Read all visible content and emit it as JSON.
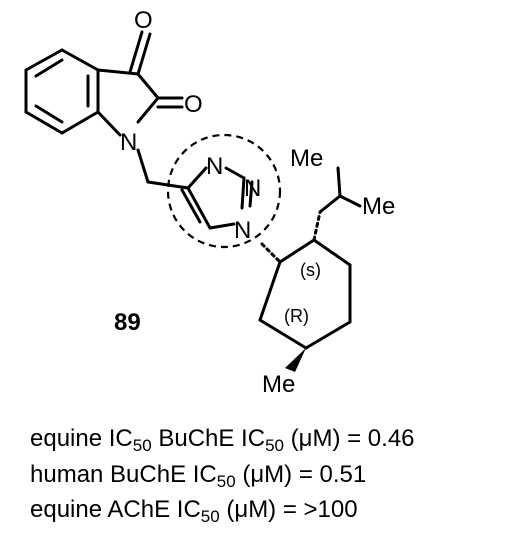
{
  "molecule": {
    "atoms": {
      "o1": "O",
      "o2": "O",
      "n_isatin": "N",
      "n_t1": "N",
      "n_t2": "N",
      "n_t3": "N",
      "me_top": "Me",
      "me_right": "Me",
      "me_bottom": "Me"
    },
    "stereo_labels": {
      "s": "(s)",
      "r": "(R)"
    },
    "compound_label": "89"
  },
  "activities": [
    {
      "pre": "equine IC",
      "sub1": "50",
      "mid": " BuChE IC",
      "sub2": "50",
      "post": " (μM) = 0.46"
    },
    {
      "pre": "human BuChE IC",
      "sub1": "50",
      "post": " (μM) = 0.51"
    },
    {
      "pre": "equine AChE IC",
      "sub1": "50",
      "post": " (μM) = >100"
    }
  ]
}
